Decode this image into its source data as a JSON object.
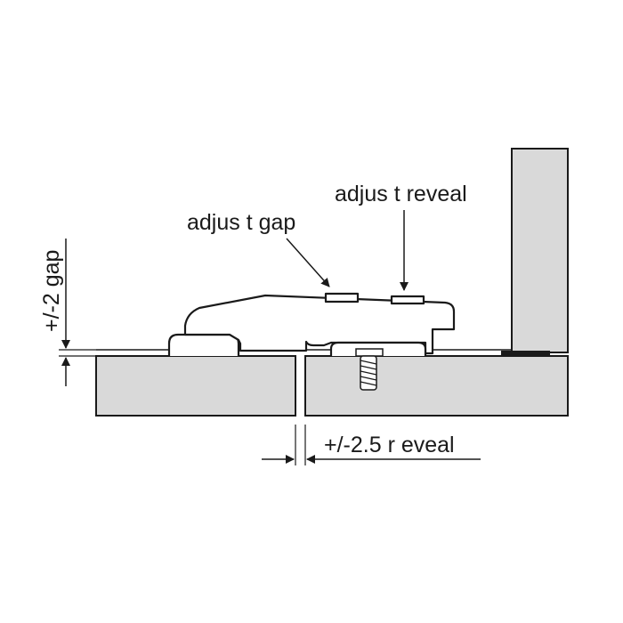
{
  "labels": {
    "adjust_reveal": "adjus t reveal",
    "adjust_gap": "adjus t gap",
    "gap_range": "+/-2 gap",
    "reveal_range": "+/-2.5 r eveal"
  },
  "colors": {
    "panel_fill": "#d9d9d9",
    "outline": "#1a1a1a",
    "background": "#ffffff"
  }
}
